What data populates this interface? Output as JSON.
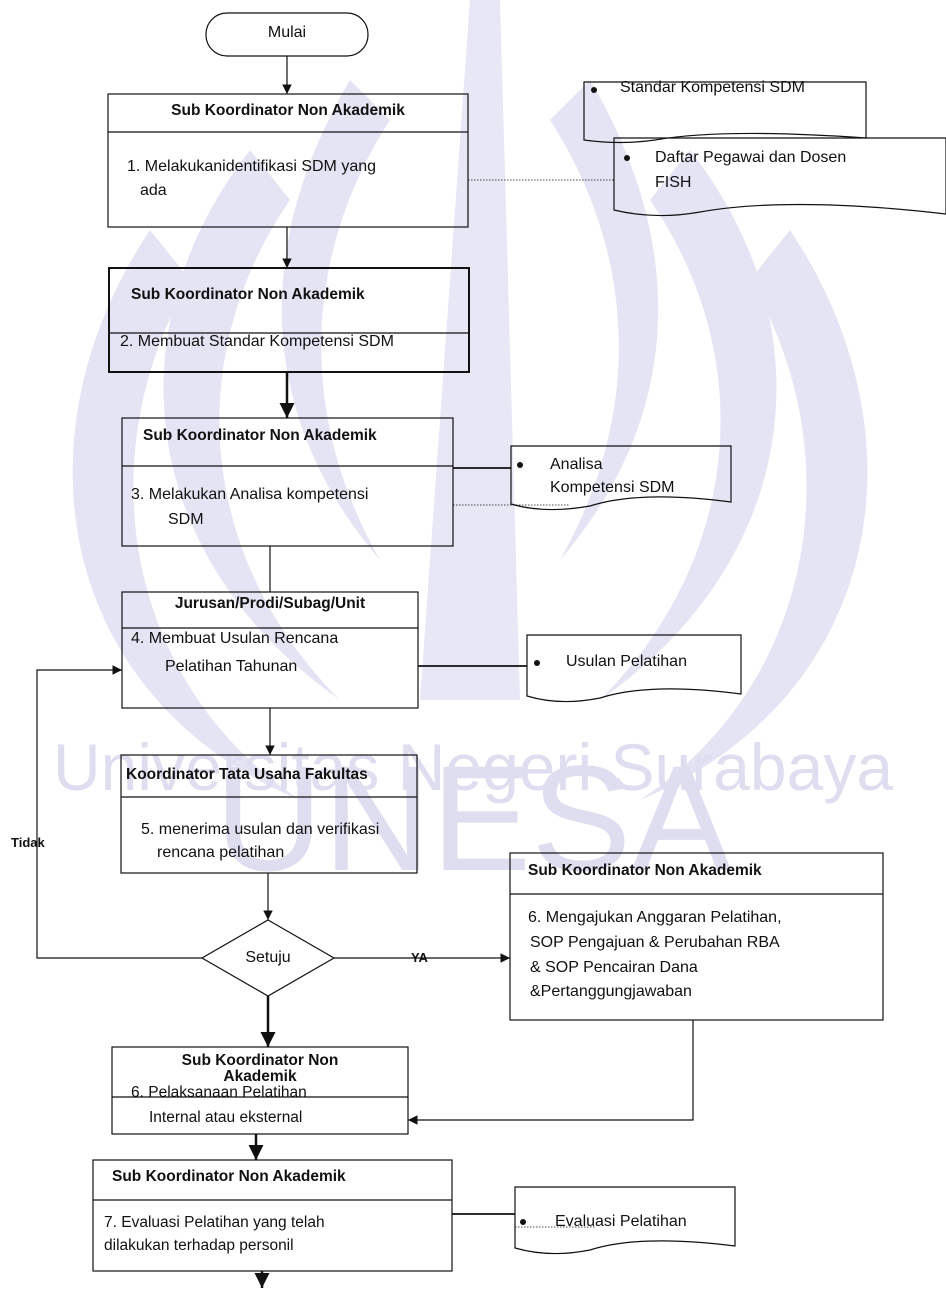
{
  "watermark": {
    "title": "UNESA",
    "subtitle": "Universitas Negeri Surabaya",
    "color": "#d6d6ee"
  },
  "start": {
    "label": "Mulai"
  },
  "steps": [
    {
      "header": "Sub Koordinator Non Akademik",
      "lines": [
        "1. Melakukanidentifikasi SDM yang",
        "ada"
      ]
    },
    {
      "header": "Sub Koordinator Non Akademik",
      "lines": [
        "2. Membuat Standar Kompetensi SDM"
      ]
    },
    {
      "header": "Sub Koordinator Non Akademik",
      "lines": [
        "3. Melakukan Analisa kompetensi",
        "SDM"
      ]
    },
    {
      "header": "Jurusan/Prodi/Subag/Unit",
      "lines": [
        "4. Membuat Usulan Rencana",
        "Pelatihan Tahunan"
      ]
    },
    {
      "header": "Koordinator Tata Usaha Fakultas",
      "lines": [
        "5. menerima usulan dan verifikasi",
        "rencana pelatihan"
      ]
    },
    {
      "header": "Sub Koordinator Non Akademik",
      "lines": [
        "6. Mengajukan Anggaran Pelatihan,",
        "SOP Pengajuan & Perubahan RBA",
        "& SOP Pencairan Dana",
        "&Pertanggungjawaban"
      ]
    },
    {
      "header": "Sub Koordinator Non",
      "header2": "Akademik",
      "lines": [
        "6. Pelaksanaan Pelatihan",
        "Internal atau eksternal"
      ]
    },
    {
      "header": "Sub Koordinator Non Akademik",
      "lines": [
        "7. Evaluasi Pelatihan yang telah",
        "dilakukan terhadap personil"
      ]
    }
  ],
  "documents": [
    {
      "lines": [
        "Standar Kompetensi SDM"
      ]
    },
    {
      "lines": [
        "Daftar Pegawai dan Dosen",
        "FISH"
      ]
    },
    {
      "lines": [
        "Analisa",
        "Kompetensi SDM"
      ]
    },
    {
      "lines": [
        "Usulan Pelatihan"
      ]
    },
    {
      "lines": [
        "Evaluasi Pelatihan"
      ]
    }
  ],
  "decision": {
    "label": "Setuju",
    "yes": "YA",
    "no": "Tidak"
  },
  "colors": {
    "line": "#111111",
    "fill": "#ffffff"
  }
}
